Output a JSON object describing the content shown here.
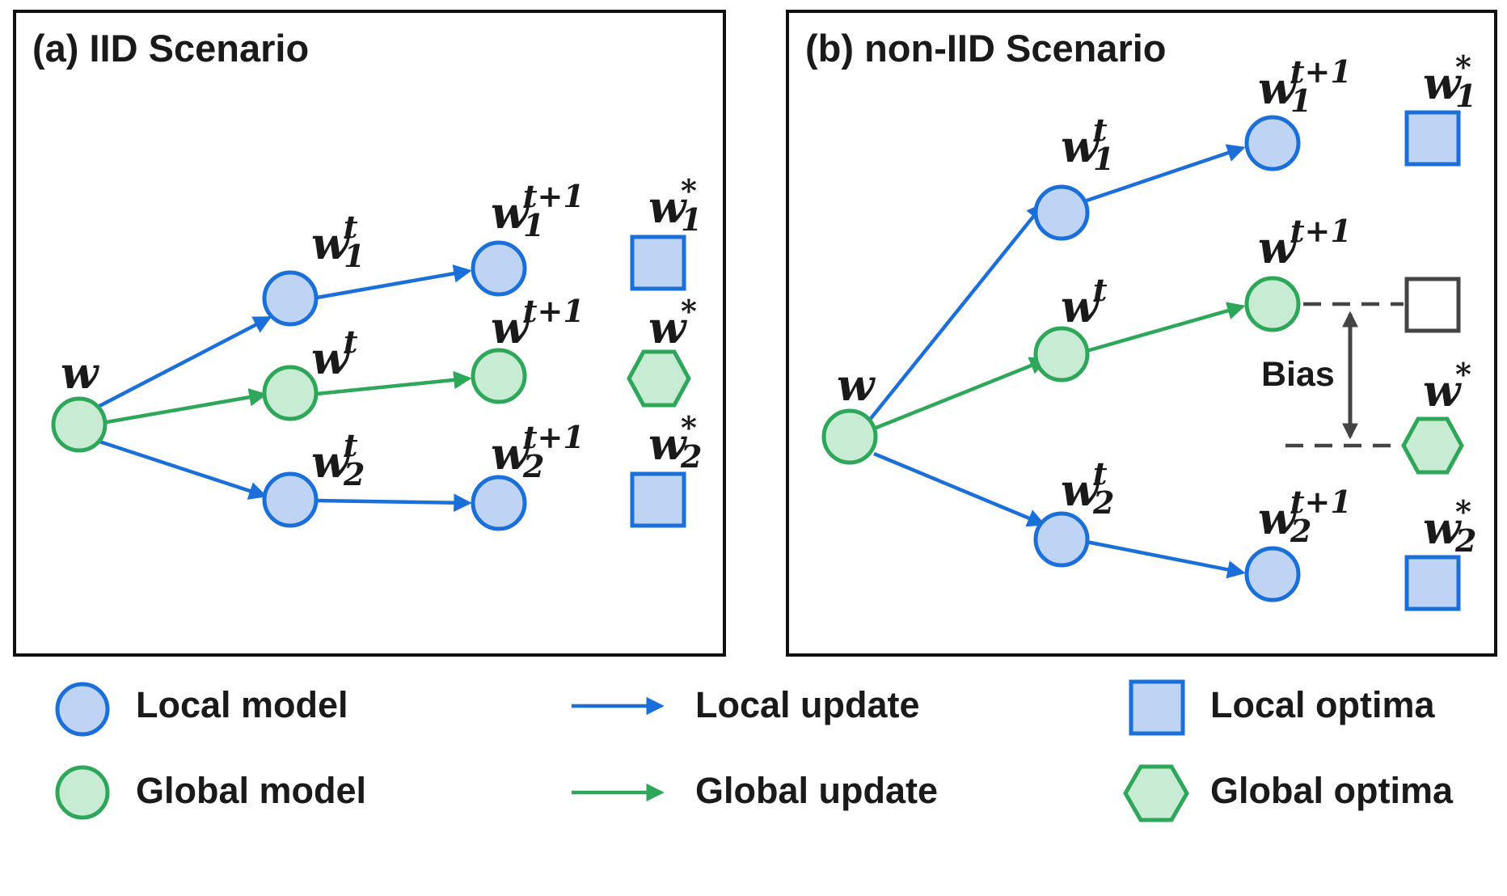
{
  "panels": {
    "a": {
      "title": "(a) IID Scenario"
    },
    "b": {
      "title": "(b) non-IID Scenario",
      "bias_label": "Bias"
    }
  },
  "labels": {
    "w": {
      "base": "w",
      "sub": "",
      "sup": ""
    },
    "w1t": {
      "base": "w",
      "sub": "1",
      "sup": "t"
    },
    "w2t": {
      "base": "w",
      "sub": "2",
      "sup": "t"
    },
    "wt": {
      "base": "w",
      "sub": "",
      "sup": "t"
    },
    "w1t1": {
      "base": "w",
      "sub": "1",
      "sup": "t+1"
    },
    "w2t1": {
      "base": "w",
      "sub": "2",
      "sup": "t+1"
    },
    "wt1": {
      "base": "w",
      "sub": "",
      "sup": "t+1"
    },
    "w1s": {
      "base": "w",
      "sub": "1",
      "sup": "*"
    },
    "w2s": {
      "base": "w",
      "sub": "2",
      "sup": "*"
    },
    "ws": {
      "base": "w",
      "sub": "",
      "sup": "*"
    }
  },
  "legend": {
    "local_model": "Local model",
    "global_model": "Global model",
    "local_update": "Local update",
    "global_update": "Global update",
    "local_optima": "Local optima",
    "global_optima": "Global optima"
  },
  "colors": {
    "local_stroke": "#1b6fd9",
    "local_fill": "#bfd4f4",
    "global_stroke": "#2fa75a",
    "global_fill": "#c8ecd3",
    "bias": "#444444"
  }
}
